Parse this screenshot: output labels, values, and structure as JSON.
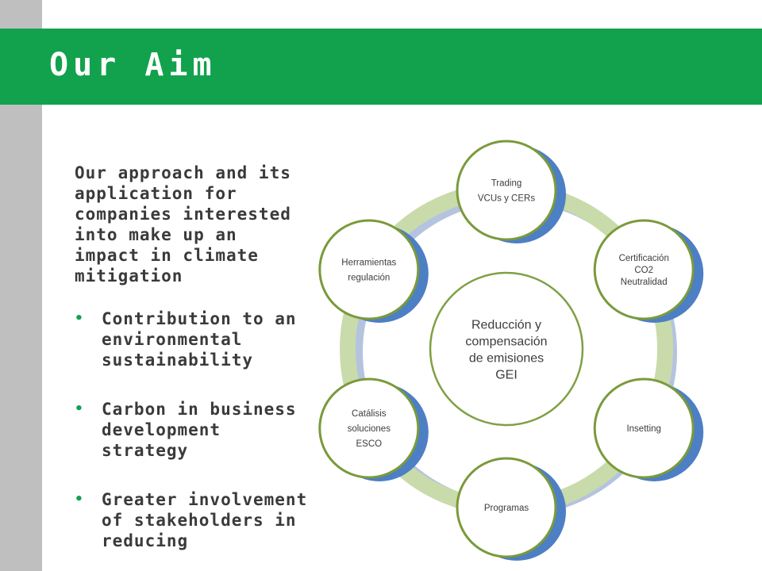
{
  "slide": {
    "title": "Our Aim",
    "intro": "Our approach and its application for companies interested into make up an impact in climate mitigation",
    "bullets": [
      "Contribution to an environmental sustainability",
      "Carbon in business development strategy",
      "Greater involvement of stakeholders in reducing"
    ]
  },
  "diagram": {
    "center": [
      "Reducción y",
      "compensación",
      "de emisiones",
      "GEI"
    ],
    "nodes": [
      {
        "key": "trading",
        "lines": [
          "Trading",
          "VCUs y CERs"
        ]
      },
      {
        "key": "certificacion",
        "lines": [
          "Certificación",
          "CO2",
          "Neutralidad"
        ]
      },
      {
        "key": "insetting",
        "lines": [
          "Insetting"
        ]
      },
      {
        "key": "programas",
        "lines": [
          "Programas"
        ]
      },
      {
        "key": "catalisis",
        "lines": [
          "Catálisis",
          "soluciones",
          "ESCO"
        ]
      },
      {
        "key": "herramientas",
        "lines": [
          "Herramientas",
          "regulación"
        ]
      }
    ],
    "colors": {
      "ring_light": "#c9dbab",
      "ring_shadow": "#b4c3df",
      "node_shadow": "#4d7fc4",
      "node_border": "#7a9a3a",
      "center_border": "#7ea043",
      "text": "#3d3d3d",
      "banner": "#12a24d"
    }
  }
}
